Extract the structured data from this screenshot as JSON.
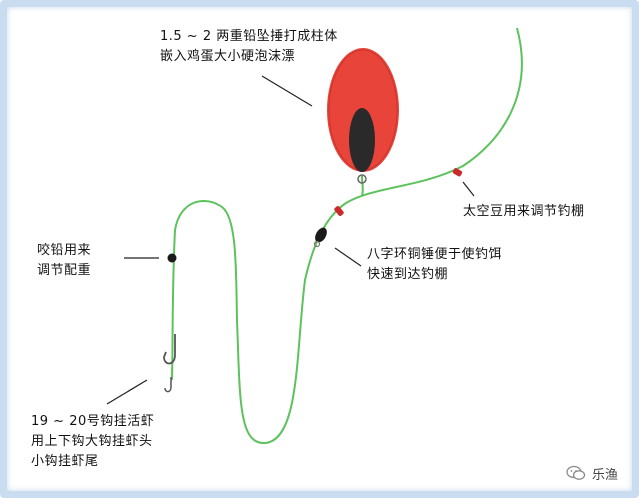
{
  "labels": {
    "float": [
      "1.5 ~ 2 两重铅坠捶打成柱体",
      "嵌入鸡蛋大小硬泡沫漂"
    ],
    "bean": [
      "太空豆用来调节钓棚"
    ],
    "swivel": [
      "八字环铜锤便于使钓饵",
      "快速到达钓棚"
    ],
    "weight": [
      "咬铅用来",
      "调节配重"
    ],
    "hook": [
      "19 ~ 20号钩挂活虾",
      "用上下钩大钩挂虾头",
      "小钩挂虾尾"
    ]
  },
  "watermark": {
    "icon": "wechat-icon",
    "text": "乐渔"
  },
  "colors": {
    "line": "#5cc25c",
    "float_body": "#e8443a",
    "float_core": "#2a2a2a",
    "bean": "#cc2a2a",
    "frame": "#c9dcf0"
  }
}
